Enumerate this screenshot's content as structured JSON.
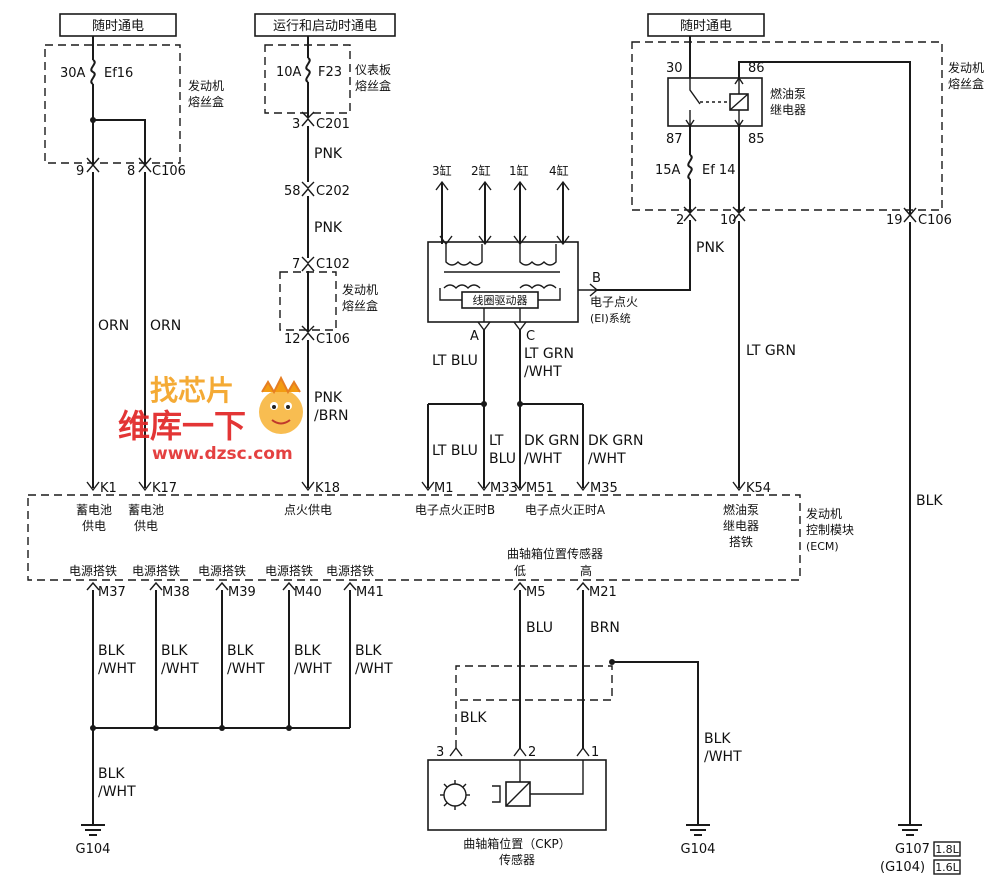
{
  "power": {
    "always_on_left": "随时通电",
    "run_start": "运行和启动时通电",
    "always_on_right": "随时通电"
  },
  "fuses": {
    "ef16_amp": "30A",
    "ef16_name": "Ef16",
    "f23_amp": "10A",
    "f23_name": "F23",
    "ef14_amp": "15A",
    "ef14_name": "Ef 14"
  },
  "boxes": {
    "engine_fuse_box_left": [
      "发动机",
      "熔丝盒"
    ],
    "instrument_fuse_box": [
      "仪表板",
      "熔丝盒"
    ],
    "engine_fuse_box_mid": [
      "发动机",
      "熔丝盒"
    ],
    "engine_fuse_box_right": [
      "发动机",
      "熔丝盒"
    ],
    "fuel_pump_relay": [
      "燃油泵",
      "继电器"
    ],
    "coil_driver": "线圈驱动器",
    "ei_system": [
      "电子点火",
      "(EI)系统"
    ],
    "ecm": [
      "发动机",
      "控制模块",
      "(ECM)"
    ],
    "ckp_sensor": [
      "曲轴箱位置（CKP）",
      "传感器"
    ]
  },
  "relay_pins": {
    "p30": "30",
    "p86": "86",
    "p87": "87",
    "p85": "85"
  },
  "connectors": {
    "c106_9": "9",
    "c106_8": "8",
    "c106_label": "C106",
    "c201_3": "3",
    "c201_label": "C201",
    "c202_58": "58",
    "c202_label": "C202",
    "c102_7": "7",
    "c102_label": "C102",
    "c106_12": "12",
    "c106_12_label": "C106",
    "c106_2": "2",
    "c106_10": "10",
    "c106_19": "19",
    "c106_r_label": "C106"
  },
  "cylinders": [
    "3缸",
    "2缸",
    "1缸",
    "4缸"
  ],
  "ei_pins": {
    "a": "A",
    "c": "C",
    "b": "B"
  },
  "wires": {
    "orn1": "ORN",
    "orn2": "ORN",
    "pnk1": "PNK",
    "pnk2": "PNK",
    "pnk3": "PNK",
    "pnkbrn": [
      "PNK",
      "/BRN"
    ],
    "ltblu_a": "LT BLU",
    "ltgrn_c": [
      "LT GRN",
      "/WHT"
    ],
    "ltblu_m1": "LT BLU",
    "ltblu_m33": [
      "LT",
      "BLU"
    ],
    "dkgrn_m51": [
      "DK GRN",
      "/WHT"
    ],
    "dkgrn_m35": [
      "DK GRN",
      "/WHT"
    ],
    "ltgrn_k54": "LT GRN",
    "blk_right": "BLK",
    "blkwht_m37": [
      "BLK",
      "/WHT"
    ],
    "blkwht_m38": [
      "BLK",
      "/WHT"
    ],
    "blkwht_m39": [
      "BLK",
      "/WHT"
    ],
    "blkwht_m40": [
      "BLK",
      "/WHT"
    ],
    "blkwht_m41": [
      "BLK",
      "/WHT"
    ],
    "blkwht_bottom": [
      "BLK",
      "/WHT"
    ],
    "blu_m5": "BLU",
    "brn_m21": "BRN",
    "blk_shield": "BLK",
    "blkwht_shield": [
      "BLK",
      "/WHT"
    ]
  },
  "ecm_pins": {
    "k1": "K1",
    "k17": "K17",
    "k18": "K18",
    "m1": "M1",
    "m33": "M33",
    "m51": "M51",
    "m35": "M35",
    "k54": "K54",
    "m37": "M37",
    "m38": "M38",
    "m39": "M39",
    "m40": "M40",
    "m41": "M41",
    "m5": "M5",
    "m21": "M21"
  },
  "ecm_labels": {
    "battery1": [
      "蓄电池",
      "供电"
    ],
    "battery2": [
      "蓄电池",
      "供电"
    ],
    "ignition": "点火供电",
    "ei_timing_b": "电子点火正时B",
    "ei_timing_a": "电子点火正时A",
    "relay_ground": [
      "燃油泵",
      "继电器",
      "搭铁"
    ],
    "power_ground": "电源搭铁",
    "ckp_title": "曲轴箱位置传感器",
    "low": "低",
    "high": "高"
  },
  "ckp_pins": {
    "p3": "3",
    "p2": "2",
    "p1": "1"
  },
  "grounds": {
    "g104_left": "G104",
    "g104_mid": "G104",
    "g107": "G107",
    "g104_paren": "(G104)",
    "tag_18": "1.8L",
    "tag_16": "1.6L"
  },
  "watermark": {
    "line1": "找芯片",
    "line2": "维库一下",
    "url": "www.dzsc.com"
  }
}
